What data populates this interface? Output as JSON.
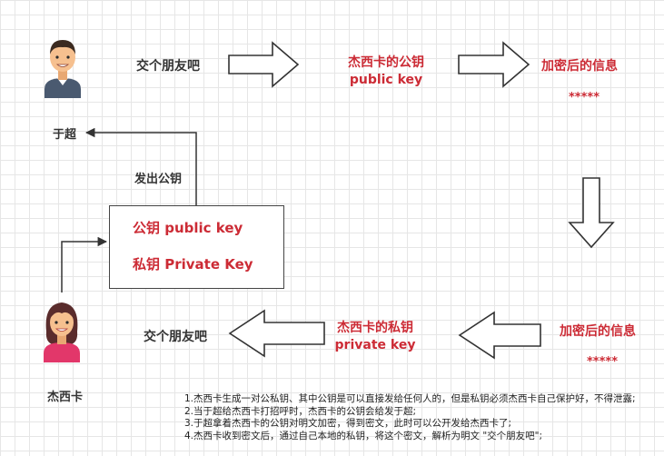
{
  "top_left_message": "交个朋友吧",
  "public_key_flow": {
    "line1": "杰西卡的公钥",
    "line2": "public key"
  },
  "encrypted_top": {
    "title": "加密后的信息",
    "stars": "*****"
  },
  "yuchao_name": "于超",
  "send_public_key_label": "发出公钥",
  "key_box": {
    "public_key": "公钥 public key",
    "private_key": "私钥 Private Key"
  },
  "jessica_name": "杰西卡",
  "bottom_left_message": "交个朋友吧",
  "private_key_flow": {
    "line1": "杰西卡的私钥",
    "line2": "private key"
  },
  "encrypted_bottom": {
    "title": "加密后的信息",
    "stars": "*****"
  },
  "notes": [
    "1.杰西卡生成一对公私钥、其中公钥是可以直接发给任何人的，但是私钥必须杰西卡自己保护好，不得泄露;",
    "2.当于超给杰西卡打招呼时，杰西卡的公钥会给发于超;",
    "3.于超拿着杰西卡的公钥对明文加密，得到密文，此时可以公开发给杰西卡了;",
    "4.杰西卡收到密文后，通过自己本地的私钥，将这个密文，解析为明文 \"交个朋友吧\";"
  ],
  "colors": {
    "accent_red": "#cc2b35",
    "text_dark": "#333333",
    "skin": "#f6c08f",
    "male_shirt": "#4a5a70",
    "female_shirt": "#e2376a"
  }
}
